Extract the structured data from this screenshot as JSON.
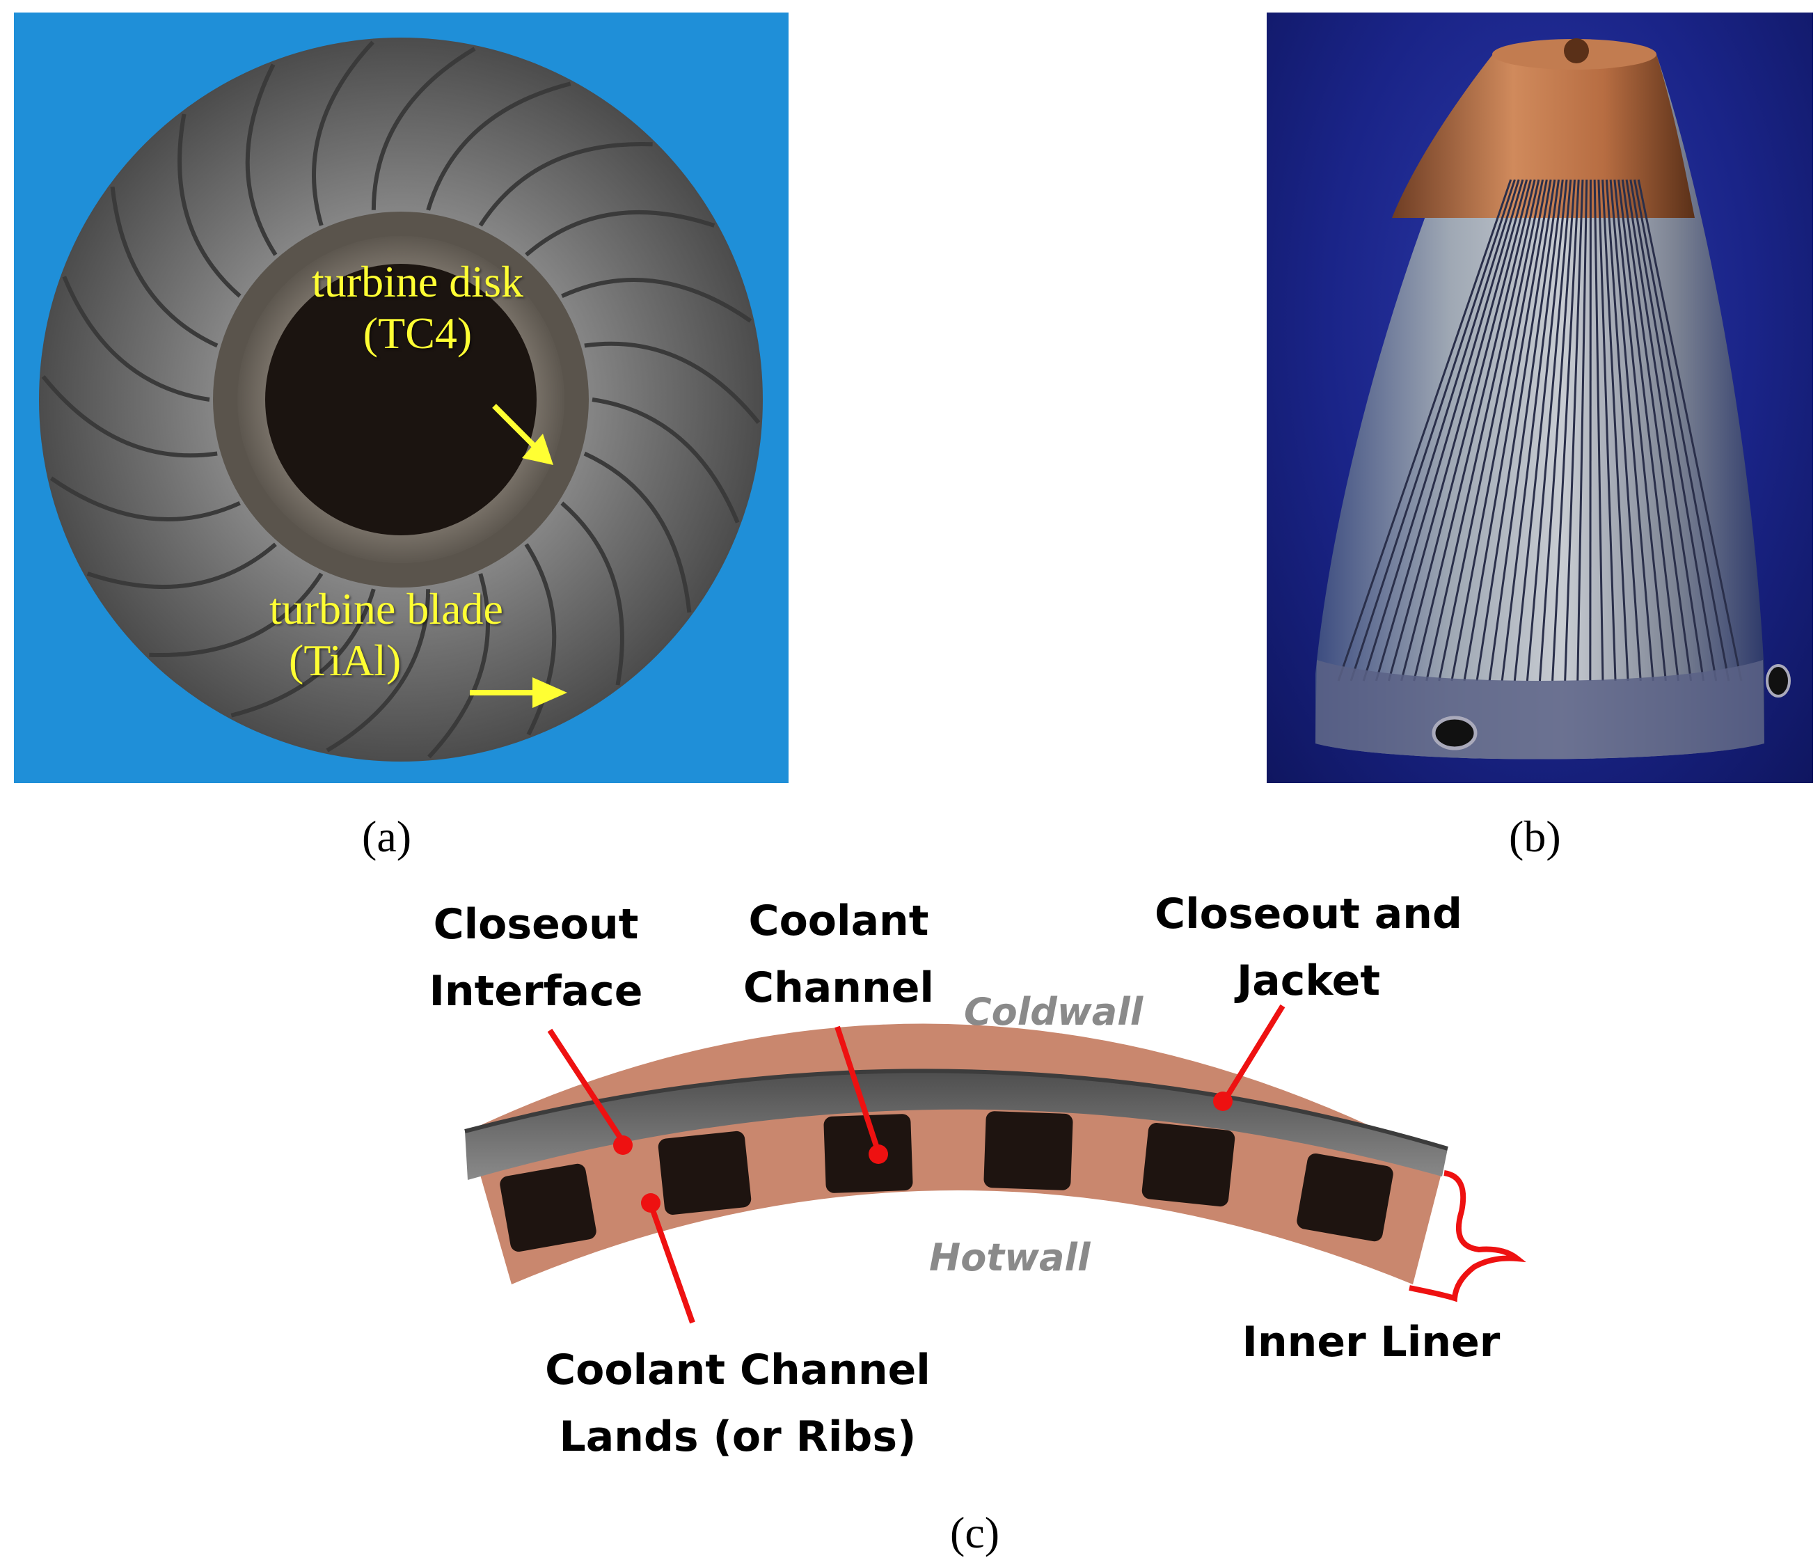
{
  "panel_a": {
    "label": "(a)",
    "disk_label": "turbine disk",
    "disk_material": "(TC4)",
    "blade_label": "turbine blade",
    "blade_material": "(TiAl)",
    "background_color": "#1f8fd8",
    "annotation_color": "#ffff33"
  },
  "panel_b": {
    "label": "(b)",
    "background_color": "#1a2488",
    "copper_color": "#c87a4a"
  },
  "panel_c": {
    "label": "(c)",
    "closeout_interface_line1": "Closeout",
    "closeout_interface_line2": "Interface",
    "coolant_channel_line1": "Coolant",
    "coolant_channel_line2": "Channel",
    "closeout_jacket_line1": "Closeout and",
    "closeout_jacket_line2": "Jacket",
    "coldwall": "Coldwall",
    "hotwall": "Hotwall",
    "lands_line1": "Coolant Channel",
    "lands_line2": "Lands (or Ribs)",
    "inner_liner": "Inner Liner",
    "leader_color": "#ee1111",
    "liner_color": "#c9876e",
    "jacket_color": "#6b6b6b"
  }
}
